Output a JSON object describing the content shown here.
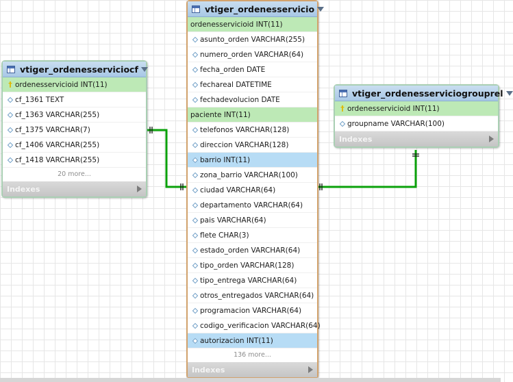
{
  "tables": {
    "cf": {
      "title": "vtiger_ordenesserviciocf",
      "columns": [
        {
          "label": "ordenesservicioid INT(11)",
          "kind": "pk"
        },
        {
          "label": "cf_1361 TEXT",
          "kind": "col"
        },
        {
          "label": "cf_1363 VARCHAR(255)",
          "kind": "col"
        },
        {
          "label": "cf_1375 VARCHAR(7)",
          "kind": "col"
        },
        {
          "label": "cf_1406 VARCHAR(255)",
          "kind": "col"
        },
        {
          "label": "cf_1418 VARCHAR(255)",
          "kind": "col"
        }
      ],
      "more": "20 more...",
      "indexes": "Indexes"
    },
    "main": {
      "title": "vtiger_ordenesservicio",
      "columns": [
        {
          "label": "ordenesservicioid INT(11)",
          "kind": "fk"
        },
        {
          "label": "asunto_orden VARCHAR(255)",
          "kind": "col"
        },
        {
          "label": "numero_orden VARCHAR(64)",
          "kind": "col"
        },
        {
          "label": "fecha_orden DATE",
          "kind": "col"
        },
        {
          "label": "fechareal DATETIME",
          "kind": "col"
        },
        {
          "label": "fechadevolucion DATE",
          "kind": "col"
        },
        {
          "label": "paciente INT(11)",
          "kind": "fk"
        },
        {
          "label": "telefonos VARCHAR(128)",
          "kind": "col"
        },
        {
          "label": "direccion VARCHAR(128)",
          "kind": "col"
        },
        {
          "label": "barrio INT(11)",
          "kind": "sel"
        },
        {
          "label": "zona_barrio VARCHAR(100)",
          "kind": "col"
        },
        {
          "label": "ciudad VARCHAR(64)",
          "kind": "col"
        },
        {
          "label": "departamento VARCHAR(64)",
          "kind": "col"
        },
        {
          "label": "pais VARCHAR(64)",
          "kind": "col"
        },
        {
          "label": "flete CHAR(3)",
          "kind": "col"
        },
        {
          "label": "estado_orden VARCHAR(64)",
          "kind": "col"
        },
        {
          "label": "tipo_orden VARCHAR(128)",
          "kind": "col"
        },
        {
          "label": "tipo_entrega VARCHAR(64)",
          "kind": "col"
        },
        {
          "label": "otros_entregados VARCHAR(64)",
          "kind": "col"
        },
        {
          "label": "programacion VARCHAR(64)",
          "kind": "col"
        },
        {
          "label": "codigo_verificacion VARCHAR(64)",
          "kind": "col"
        },
        {
          "label": "autorizacion INT(11)",
          "kind": "sel"
        }
      ],
      "more": "136 more...",
      "indexes": "Indexes"
    },
    "grouprel": {
      "title": "vtiger_ordenesserviciogrouprel",
      "columns": [
        {
          "label": "ordenesservicioid INT(11)",
          "kind": "pk"
        },
        {
          "label": "groupname VARCHAR(100)",
          "kind": "col"
        }
      ],
      "more": "",
      "indexes": "Indexes"
    }
  },
  "icons": {
    "table": "table-icon",
    "collapse": "collapse-arrow-icon",
    "primary_key": "key-icon",
    "column": "column-diamond-icon",
    "indexes": "expand-arrow-icon"
  },
  "colors": {
    "key_row": "#bde9b6",
    "selected_row": "#b7dcf5",
    "connector": "#0aa10a",
    "main_border": "#d2a26c",
    "side_border": "#a9cfb3"
  }
}
